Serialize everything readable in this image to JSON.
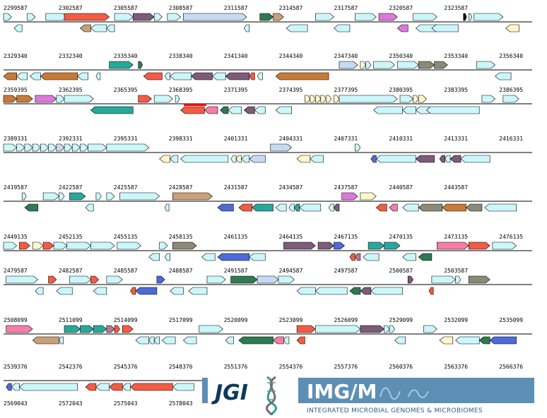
{
  "colors": {
    "cyan": "#ccf7fa",
    "red": "#f25c44",
    "purple": "#7d5b7a",
    "tan": "#c8a07a",
    "green": "#2f7a52",
    "teal": "#2aa79c",
    "orange": "#c87a38",
    "magenta": "#de78dc",
    "blue": "#4d6bd6",
    "lightblue": "#c6daf5",
    "olive": "#8a8a76",
    "pink": "#f57da8",
    "cream": "#fff8cc",
    "black": "#111111",
    "mauve": "#b27a8e"
  },
  "logo": {
    "jgi": "JGI",
    "img": "IMG/M",
    "subtitle": "INTEGRATED MICROBIAL GENOMES & MICROBIOMES"
  },
  "rows": [
    {
      "coords": [
        "2299587",
        "2302587",
        "2305587",
        "2308587",
        "2311587",
        "2314587",
        "2317587",
        "2320587",
        "2323587"
      ],
      "fwd": [
        [
          0,
          1.5,
          "cyan"
        ],
        [
          4.5,
          1.5,
          "cyan"
        ],
        [
          8,
          4,
          "cyan"
        ],
        [
          11.5,
          8.5,
          "red"
        ],
        [
          21,
          3.5,
          "cyan"
        ],
        [
          24.5,
          4,
          "purple"
        ],
        [
          28.5,
          1.5,
          "cyan"
        ],
        [
          31,
          2.5,
          "cyan"
        ],
        [
          34,
          12,
          "lightblue"
        ],
        [
          48.5,
          2.5,
          "green"
        ],
        [
          51,
          2,
          "tan"
        ],
        [
          59,
          3.5,
          "cyan"
        ],
        [
          66.5,
          4,
          "cyan"
        ],
        [
          71,
          3.5,
          "magenta"
        ],
        [
          77.5,
          4.5,
          "cyan"
        ],
        [
          87,
          0.6,
          "black"
        ],
        [
          88,
          0.6,
          "cyan"
        ],
        [
          89,
          5.5,
          "cyan"
        ]
      ],
      "rev": [
        [
          2,
          1.5,
          "cyan"
        ],
        [
          14.5,
          2,
          "tan"
        ],
        [
          16.5,
          3,
          "cyan"
        ],
        [
          19.5,
          1.5,
          "cyan"
        ],
        [
          45.5,
          1,
          "cyan"
        ],
        [
          53.5,
          4,
          "cyan"
        ],
        [
          62.5,
          3,
          "cyan"
        ],
        [
          74.5,
          2,
          "magenta"
        ],
        [
          78,
          4,
          "cyan"
        ],
        [
          81,
          5,
          "cyan"
        ],
        [
          95,
          2.5,
          "cream"
        ]
      ]
    },
    {
      "coords": [
        "2329340",
        "2332340",
        "2335340",
        "2338340",
        "2341340",
        "2344340",
        "2347340",
        "2350340",
        "2353340",
        "2356340"
      ],
      "fwd": [
        [
          20,
          4.5,
          "teal"
        ],
        [
          25.5,
          0.8,
          "green"
        ],
        [
          63.5,
          3.5,
          "lightblue"
        ],
        [
          67.5,
          1,
          "cream"
        ],
        [
          68.5,
          1,
          "cyan"
        ],
        [
          70,
          4,
          "cyan"
        ],
        [
          74.5,
          4,
          "cyan"
        ],
        [
          78.5,
          3,
          "olive"
        ],
        [
          81.5,
          2.5,
          "olive"
        ],
        [
          89.5,
          3.5,
          "cyan"
        ]
      ],
      "rev": [
        [
          0,
          2.5,
          "orange"
        ],
        [
          2.5,
          2,
          "cyan"
        ],
        [
          5,
          2,
          "cyan"
        ],
        [
          7,
          7,
          "orange"
        ],
        [
          14,
          2,
          "cyan"
        ],
        [
          17.5,
          0.8,
          "cyan"
        ],
        [
          26.5,
          3.5,
          "red"
        ],
        [
          30.5,
          1,
          "cyan"
        ],
        [
          31.5,
          4,
          "cyan"
        ],
        [
          35.5,
          4,
          "purple"
        ],
        [
          39.5,
          2.5,
          "cyan"
        ],
        [
          42,
          4.5,
          "purple"
        ],
        [
          46.5,
          1,
          "red"
        ],
        [
          48,
          1,
          "cyan"
        ],
        [
          51.5,
          10,
          "orange"
        ],
        [
          93,
          3,
          "cyan"
        ]
      ]
    },
    {
      "coords": [
        "2359395",
        "2362395",
        "2365395",
        "2368395",
        "2371395",
        "2374395",
        "2377395",
        "2380395",
        "2383395",
        "2386395"
      ],
      "fwd": [
        [
          0,
          2.5,
          "orange"
        ],
        [
          2.5,
          3,
          "orange"
        ],
        [
          6,
          4,
          "magenta"
        ],
        [
          10,
          1.5,
          "cyan"
        ],
        [
          11.5,
          5.5,
          "cyan"
        ],
        [
          25.5,
          2.5,
          "red"
        ],
        [
          28.5,
          3.5,
          "cyan"
        ],
        [
          32.5,
          0.8,
          "cyan"
        ],
        [
          57,
          1,
          "cream"
        ],
        [
          58,
          1,
          "cream"
        ],
        [
          59,
          1,
          "cream"
        ],
        [
          60,
          1,
          "cream"
        ],
        [
          61,
          1,
          "cream"
        ],
        [
          62.5,
          1,
          "cream"
        ],
        [
          63.5,
          11,
          "cyan"
        ],
        [
          75,
          2.5,
          "cyan"
        ],
        [
          77.5,
          1,
          "cream"
        ],
        [
          78.5,
          1.5,
          "cream"
        ],
        [
          90.5,
          2.5,
          "cyan"
        ],
        [
          94.5,
          3,
          "cyan"
        ]
      ],
      "rev": [
        [
          16.5,
          8,
          "teal"
        ],
        [
          33.5,
          4.5,
          "red"
        ],
        [
          38,
          2.5,
          "pink"
        ],
        [
          41,
          1.5,
          "green"
        ],
        [
          42.5,
          2.5,
          "cyan"
        ],
        [
          45.5,
          2,
          "purple"
        ],
        [
          47.5,
          2,
          "cyan"
        ],
        [
          51.5,
          3,
          "cyan"
        ],
        [
          70,
          5.5,
          "cyan"
        ],
        [
          75.5,
          2.5,
          "cyan"
        ],
        [
          78,
          2.5,
          "cyan"
        ],
        [
          80,
          10,
          "cyan"
        ]
      ]
    },
    {
      "coords": [
        "2389331",
        "2392331",
        "2395331",
        "2398331",
        "2401331",
        "2404331",
        "2407331",
        "2410331",
        "2413331",
        "2416331"
      ],
      "fwd": [
        [
          0,
          2.5,
          "cyan"
        ],
        [
          2.5,
          1.5,
          "cyan"
        ],
        [
          4,
          1.5,
          "cyan"
        ],
        [
          5.5,
          1.5,
          "cyan"
        ],
        [
          7,
          1.5,
          "cyan"
        ],
        [
          8.5,
          1.5,
          "cyan"
        ],
        [
          10,
          1.5,
          "lightblue"
        ],
        [
          11.5,
          1.5,
          "cyan"
        ],
        [
          13,
          1.5,
          "cyan"
        ],
        [
          14.5,
          1.5,
          "cyan"
        ],
        [
          16,
          3.5,
          "cyan"
        ],
        [
          19.5,
          8,
          "cyan"
        ],
        [
          50.5,
          4,
          "lightblue"
        ],
        [
          66.5,
          1,
          "cyan"
        ]
      ],
      "rev": [
        [
          29.5,
          2,
          "cream"
        ],
        [
          31.5,
          1.5,
          "cyan"
        ],
        [
          33.5,
          9,
          "cyan"
        ],
        [
          43,
          1,
          "cyan"
        ],
        [
          44,
          1,
          "cream"
        ],
        [
          45,
          1.5,
          "cyan"
        ],
        [
          46.5,
          3,
          "lightblue"
        ],
        [
          55.5,
          2.5,
          "cream"
        ],
        [
          58,
          2.5,
          "cyan"
        ],
        [
          69.5,
          1,
          "blue"
        ],
        [
          70.5,
          7.5,
          "cyan"
        ],
        [
          78,
          3.5,
          "purple"
        ],
        [
          82.5,
          1,
          "purple"
        ],
        [
          83.5,
          1,
          "cyan"
        ],
        [
          84.5,
          2,
          "purple"
        ],
        [
          86.5,
          5.5,
          "cyan"
        ]
      ]
    },
    {
      "coords": [
        "2419587",
        "2422587",
        "2425587",
        "2428587",
        "2431587",
        "2434587",
        "2437587",
        "2440587",
        "2443587"
      ],
      "fwd": [
        [
          3.5,
          0.8,
          "cyan"
        ],
        [
          7.5,
          3,
          "cyan"
        ],
        [
          10.5,
          1,
          "cyan"
        ],
        [
          12.5,
          3,
          "teal"
        ],
        [
          17.5,
          1,
          "cyan"
        ],
        [
          19.5,
          1.5,
          "cyan"
        ],
        [
          22,
          7.5,
          "cyan"
        ],
        [
          32,
          7.5,
          "tan"
        ],
        [
          64,
          3,
          "magenta"
        ],
        [
          67.5,
          3,
          "cream"
        ]
      ],
      "rev": [
        [
          4,
          2.5,
          "green"
        ],
        [
          15.5,
          1.5,
          "cyan"
        ],
        [
          30.5,
          0.8,
          "cyan"
        ],
        [
          40.5,
          3,
          "blue"
        ],
        [
          44.5,
          2.5,
          "red"
        ],
        [
          47,
          4,
          "teal"
        ],
        [
          51.5,
          2,
          "cyan"
        ],
        [
          54,
          1,
          "cyan"
        ],
        [
          55,
          1,
          "teal"
        ],
        [
          56,
          4,
          "cyan"
        ],
        [
          61.5,
          1,
          "cyan"
        ],
        [
          62.5,
          1,
          "purple"
        ],
        [
          70.5,
          2,
          "red"
        ],
        [
          73,
          1.5,
          "pink"
        ],
        [
          75.5,
          3,
          "cyan"
        ],
        [
          78.5,
          4.5,
          "olive"
        ],
        [
          83,
          4.5,
          "orange"
        ],
        [
          87.5,
          3,
          "olive"
        ],
        [
          91,
          6,
          "cyan"
        ]
      ]
    },
    {
      "coords": [
        "2449135",
        "2452135",
        "2455135",
        "2458135",
        "2461135",
        "2464135",
        "2467135",
        "2470135",
        "2473135",
        "2476135"
      ],
      "fwd": [
        [
          0,
          2.5,
          "cyan"
        ],
        [
          3,
          2,
          "red"
        ],
        [
          5.5,
          2,
          "cream"
        ],
        [
          7.5,
          2,
          "red"
        ],
        [
          9.5,
          2.5,
          "cyan"
        ],
        [
          12,
          4.5,
          "cyan"
        ],
        [
          16.5,
          4.5,
          "cyan"
        ],
        [
          21.5,
          4.5,
          "cyan"
        ],
        [
          29.5,
          1.5,
          "cyan"
        ],
        [
          32,
          4.5,
          "olive"
        ],
        [
          53,
          6,
          "purple"
        ],
        [
          59.5,
          3,
          "purple"
        ],
        [
          62.5,
          2,
          "blue"
        ],
        [
          69,
          3,
          "teal"
        ],
        [
          72,
          3,
          "teal"
        ],
        [
          82,
          6,
          "pink"
        ],
        [
          88,
          4,
          "red"
        ],
        [
          92.5,
          4.5,
          "cyan"
        ]
      ],
      "rev": [
        [
          27.5,
          2,
          "cyan"
        ],
        [
          30.5,
          1,
          "cyan"
        ],
        [
          37.5,
          2.5,
          "cyan"
        ],
        [
          40.5,
          6,
          "blue"
        ],
        [
          46.5,
          3,
          "cyan"
        ],
        [
          65.5,
          1,
          "red"
        ],
        [
          66.5,
          1,
          "mauve"
        ],
        [
          68,
          3,
          "cyan"
        ],
        [
          75.5,
          2.5,
          "cyan"
        ],
        [
          78.5,
          2.5,
          "green"
        ]
      ]
    },
    {
      "coords": [
        "2479587",
        "2482587",
        "2485587",
        "2488587",
        "2491587",
        "2494587",
        "2497587",
        "2500587",
        "2503587"
      ],
      "fwd": [
        [
          0.5,
          6,
          "cyan"
        ],
        [
          8.5,
          1.5,
          "red"
        ],
        [
          12.5,
          4,
          "cyan"
        ],
        [
          16.5,
          1.5,
          "red"
        ],
        [
          19.5,
          3,
          "cyan"
        ],
        [
          29,
          1.5,
          "blue"
        ],
        [
          38.5,
          3.5,
          "cyan"
        ],
        [
          43,
          5,
          "green"
        ],
        [
          48,
          4,
          "lightblue"
        ],
        [
          52,
          3,
          "cyan"
        ],
        [
          76.5,
          1,
          "purple"
        ],
        [
          81,
          4.5,
          "cyan"
        ],
        [
          85.5,
          1,
          "cyan"
        ],
        [
          88,
          4,
          "olive"
        ]
      ],
      "rev": [
        [
          6,
          1.5,
          "cyan"
        ],
        [
          10,
          3,
          "cyan"
        ],
        [
          17,
          2.5,
          "cyan"
        ],
        [
          24,
          1,
          "red"
        ],
        [
          25,
          4,
          "blue"
        ],
        [
          31.5,
          2.5,
          "cyan"
        ],
        [
          35,
          3.5,
          "cyan"
        ],
        [
          55.5,
          3.5,
          "cyan"
        ],
        [
          59,
          6,
          "cyan"
        ],
        [
          65.5,
          2,
          "green"
        ],
        [
          67.5,
          2,
          "purple"
        ],
        [
          69.5,
          6,
          "cyan"
        ],
        [
          80.5,
          0.8,
          "red"
        ]
      ]
    },
    {
      "coords": [
        "2508099",
        "2511099",
        "2514099",
        "2517099",
        "2520099",
        "2523099",
        "2526099",
        "2529099",
        "2532099",
        "2535099"
      ],
      "fwd": [
        [
          0.5,
          5,
          "pink"
        ],
        [
          11.5,
          3,
          "teal"
        ],
        [
          14.5,
          2.5,
          "teal"
        ],
        [
          17,
          2.5,
          "teal"
        ],
        [
          19.5,
          1.5,
          "mauve"
        ],
        [
          21,
          1,
          "red"
        ],
        [
          22.5,
          2,
          "red"
        ],
        [
          37,
          4.5,
          "cyan"
        ],
        [
          55.5,
          3.5,
          "red"
        ],
        [
          59,
          8.5,
          "cyan"
        ],
        [
          67.5,
          4.5,
          "purple"
        ],
        [
          72,
          1,
          "cyan"
        ],
        [
          73,
          1,
          "cyan"
        ],
        [
          79.5,
          2.5,
          "cyan"
        ]
      ],
      "rev": [
        [
          5.5,
          5,
          "tan"
        ],
        [
          10.5,
          0.8,
          "cyan"
        ],
        [
          25,
          2.5,
          "cyan"
        ],
        [
          27.5,
          1,
          "cyan"
        ],
        [
          28.5,
          1,
          "cyan"
        ],
        [
          30,
          2.5,
          "cyan"
        ],
        [
          34,
          2.5,
          "cyan"
        ],
        [
          42,
          1.5,
          "cyan"
        ],
        [
          44.5,
          6.5,
          "green"
        ],
        [
          51,
          2,
          "pink"
        ],
        [
          53,
          1,
          "cyan"
        ],
        [
          55.5,
          1.5,
          "red"
        ],
        [
          74,
          2,
          "cyan"
        ],
        [
          82.5,
          2.5,
          "cream"
        ],
        [
          85.5,
          4.5,
          "cyan"
        ],
        [
          90,
          2,
          "green"
        ],
        [
          92,
          5,
          "blue"
        ]
      ]
    },
    {
      "coords": [
        "2539376",
        "2542376",
        "2545376",
        "2548376",
        "2551376",
        "2554376",
        "2557376",
        "2560376",
        "2563376",
        "2566376"
      ],
      "fwd": [],
      "rev": [
        [
          0.5,
          1,
          "blue"
        ],
        [
          1.5,
          1.5,
          "cyan"
        ],
        [
          3,
          11,
          "cyan"
        ],
        [
          15.5,
          2,
          "red"
        ],
        [
          17.5,
          2.5,
          "cyan"
        ],
        [
          20,
          2.5,
          "red"
        ],
        [
          22.5,
          1.5,
          "cyan"
        ],
        [
          24,
          8,
          "red"
        ],
        [
          32,
          4,
          "cyan"
        ]
      ]
    },
    {
      "coords": [
        "2569043",
        "2572043",
        "2575043",
        "2578043"
      ],
      "fwd": [],
      "rev": []
    }
  ]
}
